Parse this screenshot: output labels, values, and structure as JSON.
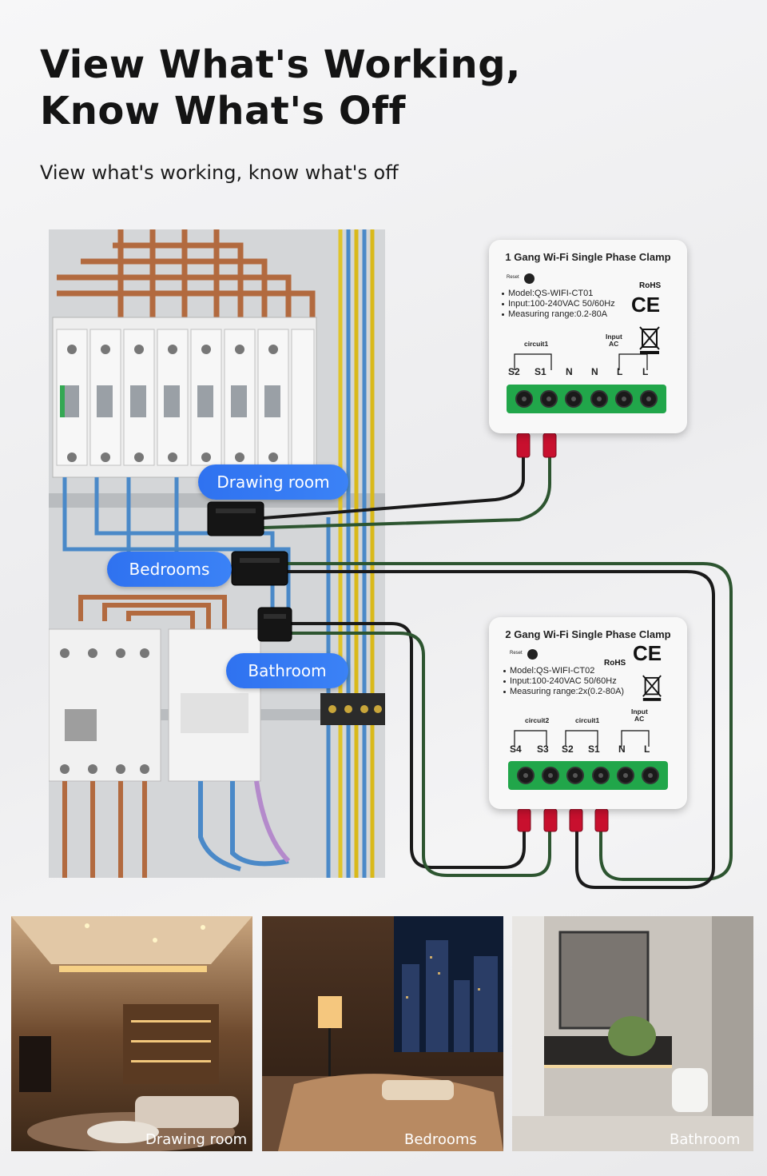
{
  "headline": {
    "line1": "View What's Working,",
    "line2": "Know What's Off"
  },
  "subtitle": "View what's working, know what's off",
  "clamp_labels": {
    "drawing_room": "Drawing room",
    "bedrooms": "Bedrooms",
    "bathroom": "Bathroom"
  },
  "device1": {
    "title": "1 Gang Wi-Fi Single Phase Clamp",
    "reset": "Reset",
    "model": "Model:QS-WIFI-CT01",
    "input": "Input:100-240VAC 50/60Hz",
    "range": "Measuring range:0.2-80A",
    "rohs": "RoHS",
    "ce": "CE",
    "circuit1": "circuit1",
    "input_ac_1": "Input",
    "input_ac_2": "AC",
    "terminals": [
      "S2",
      "S1",
      "N",
      "N",
      "L",
      "L"
    ]
  },
  "device2": {
    "title": "2 Gang Wi-Fi Single Phase Clamp",
    "reset": "Reset",
    "model": "Model:QS-WIFI-CT02",
    "input": "Input:100-240VAC 50/60Hz",
    "range": "Measuring range:2x(0.2-80A)",
    "rohs": "RoHS",
    "ce": "CE",
    "circuit2": "circuit2",
    "circuit1": "circuit1",
    "input_ac_1": "Input",
    "input_ac_2": "AC",
    "terminals": [
      "S4",
      "S3",
      "S2",
      "S1",
      "N",
      "L"
    ]
  },
  "rooms": {
    "drawing_room": "Drawing room",
    "bedrooms": "Bedrooms",
    "bathroom": "Bathroom"
  },
  "colors": {
    "pill_blue": "#3478f2",
    "terminal_green": "#21a64a",
    "wire_dark_green": "#1f3a22",
    "connector_red": "#c8102e"
  }
}
